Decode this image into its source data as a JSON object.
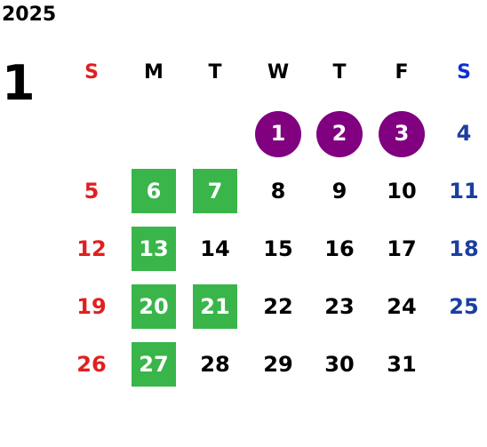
{
  "year": "2025",
  "month": "1",
  "weekdays": [
    "S",
    "M",
    "T",
    "W",
    "T",
    "F",
    "S"
  ],
  "weeks": [
    [
      "",
      "",
      "",
      "1",
      "2",
      "3",
      "4"
    ],
    [
      "5",
      "6",
      "7",
      "8",
      "9",
      "10",
      "11"
    ],
    [
      "12",
      "13",
      "14",
      "15",
      "16",
      "17",
      "18"
    ],
    [
      "19",
      "20",
      "21",
      "22",
      "23",
      "24",
      "25"
    ],
    [
      "26",
      "27",
      "28",
      "29",
      "30",
      "31",
      ""
    ]
  ],
  "highlights": {
    "green": [
      "6",
      "7",
      "13",
      "20",
      "21",
      "27"
    ],
    "purple": [
      "1",
      "2",
      "3"
    ]
  },
  "colors": {
    "sunday": "#e02020",
    "saturday": "#1a3fa0",
    "saturday_header": "#1030d0",
    "green_highlight": "#39b54a",
    "purple_highlight": "#800080",
    "text": "#000000"
  }
}
